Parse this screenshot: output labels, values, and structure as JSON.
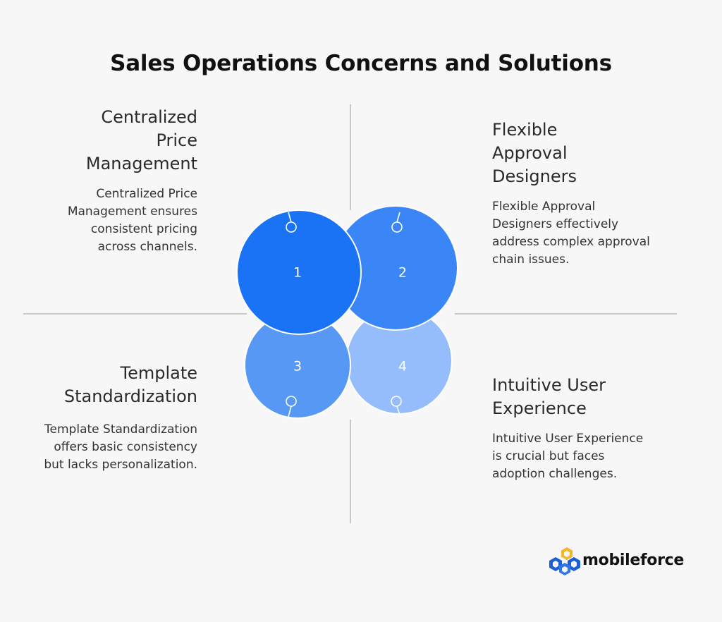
{
  "title": "Sales Operations Concerns and Solutions",
  "items": [
    {
      "number": "1",
      "heading": "Centralized Price Management",
      "description": "Centralized Price Management ensures consistent pricing across channels.",
      "color": "#1a73f5"
    },
    {
      "number": "2",
      "heading": "Flexible Approval Designers",
      "description": "Flexible Approval Designers effectively address complex approval chain issues.",
      "color": "#3a86f7"
    },
    {
      "number": "3",
      "heading": "Template Standardization",
      "description": "Template Standardization offers basic consistency but lacks personalization.",
      "color": "#5898f5"
    },
    {
      "number": "4",
      "heading": "Intuitive User Experience",
      "description": "Intuitive User Experience is crucial but faces adoption challenges.",
      "color": "#96bdfb"
    }
  ],
  "colors": {
    "divider": "#b8b8b8",
    "background": "#f7f7f8"
  },
  "logo": {
    "text": "mobileforce",
    "icon": "hexagon-cluster-icon",
    "colors": [
      "#1f5fd6",
      "#f4b52a"
    ]
  }
}
